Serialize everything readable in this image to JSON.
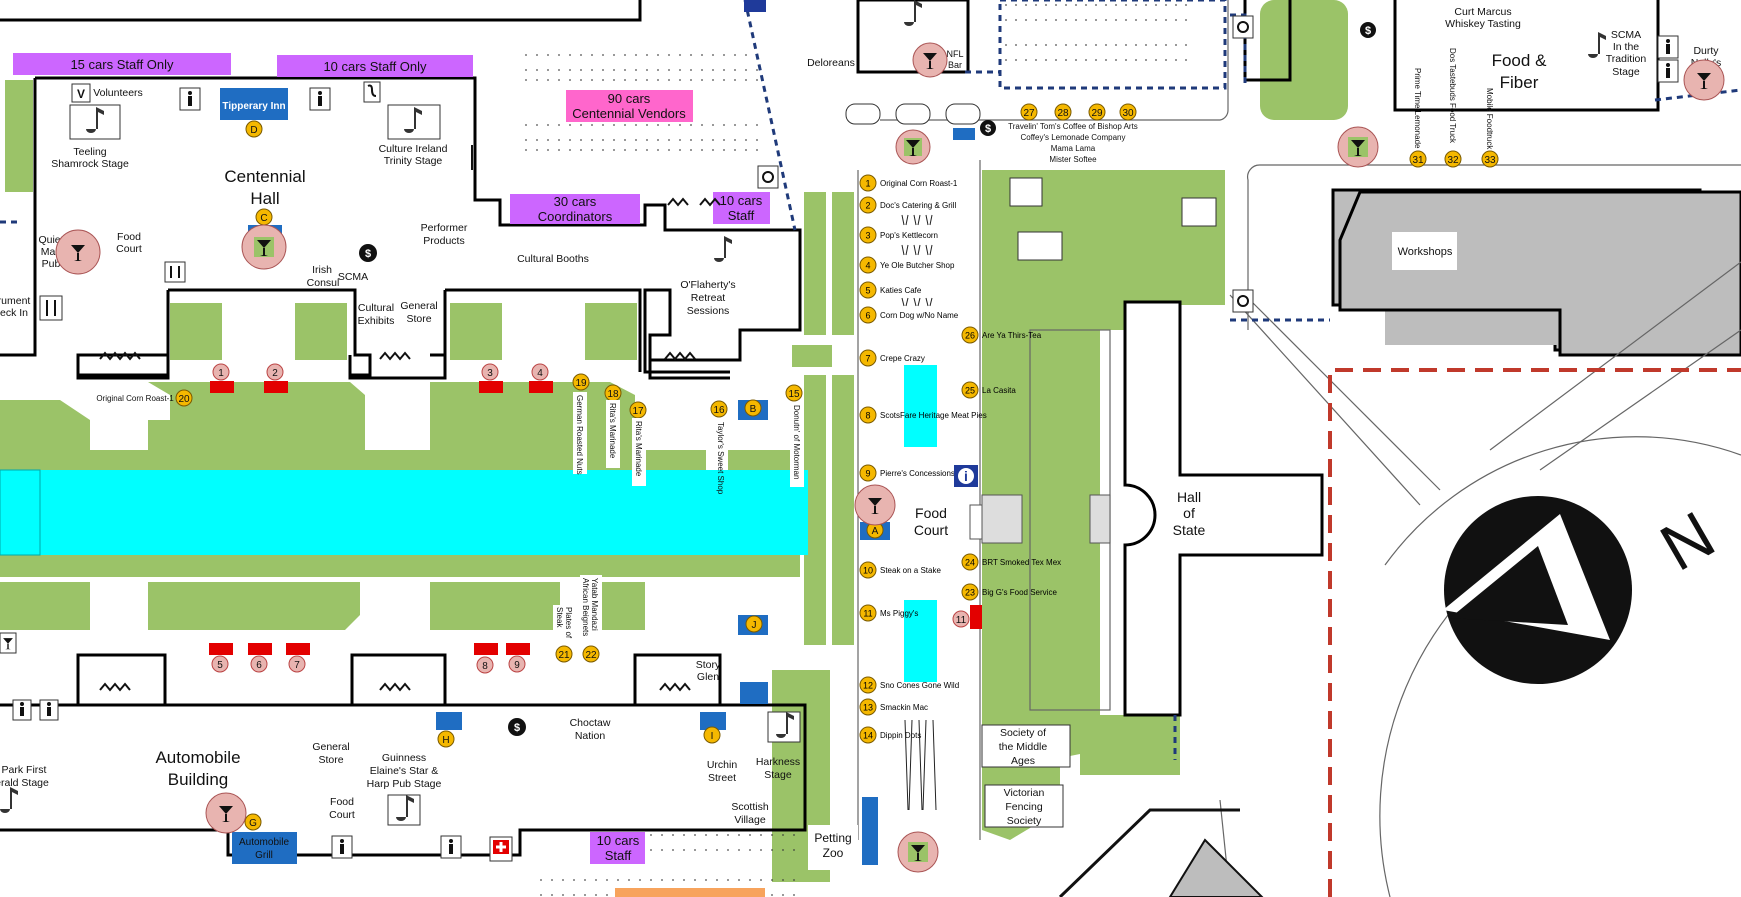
{
  "parking": {
    "staff15": "15 cars Staff Only",
    "staff10": "10 cars Staff Only",
    "vendors_l1": "90 cars",
    "vendors_l2": "Centennial Vendors",
    "coord_l1": "30 cars",
    "coord_l2": "Coordinators",
    "staff10b_l1": "10 cars",
    "staff10b_l2": "Staff",
    "staff10c_l1": "10 cars",
    "staff10c_l2": "Staff"
  },
  "buildings": {
    "centennial_l1": "Centennial",
    "centennial_l2": "Hall",
    "automobile_l1": "Automobile",
    "automobile_l2": "Building",
    "hall_state_l1": "Hall",
    "hall_state_l2": "of",
    "hall_state_l3": "State",
    "workshops": "Workshops",
    "food_fiber_l1": "Food &",
    "food_fiber_l2": "Fiber"
  },
  "labels": {
    "volunteers": "Volunteers",
    "tipperary": "Tipperary Inn",
    "teeling_l1": "Teeling",
    "teeling_l2": "Shamrock Stage",
    "culture_ireland_l1": "Culture Ireland",
    "culture_ireland_l2": "Trinity Stage",
    "quiet_man_l1": "Quiet",
    "quiet_man_l2": "Man",
    "quiet_man_l3": "Pub",
    "food_court": "Food",
    "food_court2": "Court",
    "instrument_l1": "rument",
    "instrument_l2": "eck In",
    "irish_consul_l1": "Irish",
    "irish_consul_l2": "Consul",
    "scma": "SCMA",
    "cultural_exhibits_l1": "Cultural",
    "cultural_exhibits_l2": "Exhibits",
    "general_store_l1": "General",
    "general_store_l2": "Store",
    "performer_l1": "Performer",
    "performer_l2": "Products",
    "cultural_booths": "Cultural Booths",
    "oflaherty_l1": "O'Flaherty's",
    "oflaherty_l2": "Retreat",
    "oflaherty_l3": "Sessions",
    "deloreans": "Deloreans",
    "nfl_bar_l1": "NFL",
    "nfl_bar_l2": "Bar",
    "curt_marcus_l1": "Curt Marcus",
    "curt_marcus_l2": "Whiskey Tasting",
    "scma_trad_l1": "SCMA",
    "scma_trad_l2": "In the",
    "scma_trad_l3": "Tradition",
    "scma_trad_l4": "Stage",
    "durty_l1": "Durty",
    "durty_l2": "Nelly's",
    "prime_time": "Prime Time Lemonade",
    "dos_tastebuds": "Dos Tastebuds Food Truck",
    "mobile_foodtruck": "Mobile Foodtruck",
    "travelin_tom": "Travelin' Tom's Coffee of Bishop Arts",
    "coffey": "Coffey's Lemonade Company",
    "mama_lama": "Mama Lama",
    "mister_softee": "Mister Softee",
    "food_court_center_l1": "Food",
    "food_court_center_l2": "Court",
    "story_glen_l1": "Story",
    "story_glen_l2": "Glen",
    "choctaw_l1": "Choctaw",
    "choctaw_l2": "Nation",
    "urchin_l1": "Urchin",
    "urchin_l2": "Street",
    "harkness_l1": "Harkness",
    "harkness_l2": "Stage",
    "scottish_l1": "Scottish",
    "scottish_l2": "Village",
    "petting_l1": "Petting",
    "petting_l2": "Zoo",
    "general_store2_l1": "General",
    "general_store2_l2": "Store",
    "guinness_l1": "Guinness",
    "guinness_l2": "Elaine's Star &",
    "guinness_l3": "Harp Pub Stage",
    "food_court3_l1": "Food",
    "food_court3_l2": "Court",
    "park_first_l1": "Park First",
    "park_first_l2": "erald Stage",
    "auto_grill_l1": "Automobile",
    "auto_grill_l2": "Grill",
    "society_middle_l1": "Society of",
    "society_middle_l2": "the Middle",
    "society_middle_l3": "Ages",
    "victorian_l1": "Victorian",
    "victorian_l2": "Fencing",
    "victorian_l3": "Society",
    "orig_corn_roast_left": "Original Corn Roast-1",
    "german_nuts": "German Roasted Nuts",
    "rita_marinade": "Rita's Marinade",
    "rita_marinade2": "Rita's Marinade",
    "taylor_sweet": "Taylor's Sweet Shop",
    "donut_motorman": "Donutn' of Motorman",
    "yatab_l1": "Yatab Mandazi",
    "yatab_l2": "African Beignets",
    "plates_l1": "Plates of",
    "plates_l2": "Steak",
    "compass_n": "N"
  },
  "vendors_center": [
    {
      "num": "1",
      "name": "Original Corn Roast-1"
    },
    {
      "num": "2",
      "name": "Doc's Catering & Grill"
    },
    {
      "num": "3",
      "name": "Pop's Kettlecorn"
    },
    {
      "num": "4",
      "name": "Ye Ole Butcher Shop"
    },
    {
      "num": "5",
      "name": "Katies Cafe"
    },
    {
      "num": "6",
      "name": "Corn Dog w/No Name"
    },
    {
      "num": "7",
      "name": "Crepe Crazy"
    },
    {
      "num": "8",
      "name": "ScotsFare Heritage Meat Pies"
    },
    {
      "num": "9",
      "name": "Pierre's Concessions"
    },
    {
      "num": "10",
      "name": "Steak on a Stake"
    },
    {
      "num": "11",
      "name": "Ms Piggy's"
    },
    {
      "num": "12",
      "name": "Sno Cones Gone Wild"
    },
    {
      "num": "13",
      "name": "Smackin Mac"
    },
    {
      "num": "14",
      "name": "Dippin Dots"
    }
  ],
  "vendors_right": [
    {
      "num": "26",
      "name": "Are Ya Thirs-Tea"
    },
    {
      "num": "25",
      "name": "La Casita"
    },
    {
      "num": "24",
      "name": "BRT Smoked Tex Mex"
    },
    {
      "num": "23",
      "name": "Big G's Food Service"
    }
  ],
  "markers": {
    "n27": "27",
    "n28": "28",
    "n29": "29",
    "n30": "30",
    "n31": "31",
    "n32": "32",
    "n33": "33",
    "n15": "15",
    "n16": "16",
    "n17": "17",
    "n18": "18",
    "n19": "19",
    "n20": "20",
    "n21": "21",
    "n22": "22",
    "r1": "1",
    "r2": "2",
    "r3": "3",
    "r4": "4",
    "r5": "5",
    "r6": "6",
    "r7": "7",
    "r8": "8",
    "r9": "9",
    "r11": "11",
    "A": "A",
    "C": "C",
    "D": "D",
    "G": "G",
    "H": "H",
    "I": "I",
    "J": "J",
    "B": "B",
    "V": "V"
  },
  "colors": {
    "lawn": "#9bc368",
    "water": "#00ffff",
    "parking": "#cc66ff",
    "parking_pink": "#ff66cc",
    "booth": "#e30000",
    "marker": "#f5b800",
    "building_blue": "#1f6dc2",
    "bar_circle": "#e8b4b0",
    "gray": "#bdbdbd",
    "path_dash": "#1f3a7a",
    "boundary_dash": "#c0392b"
  },
  "icons": [
    "music-note-icon",
    "cocktail-icon",
    "restroom-icon",
    "info-icon",
    "dollar-icon",
    "first-aid-icon",
    "utensils-icon",
    "phone-icon",
    "handicap-icon",
    "compass-icon"
  ]
}
